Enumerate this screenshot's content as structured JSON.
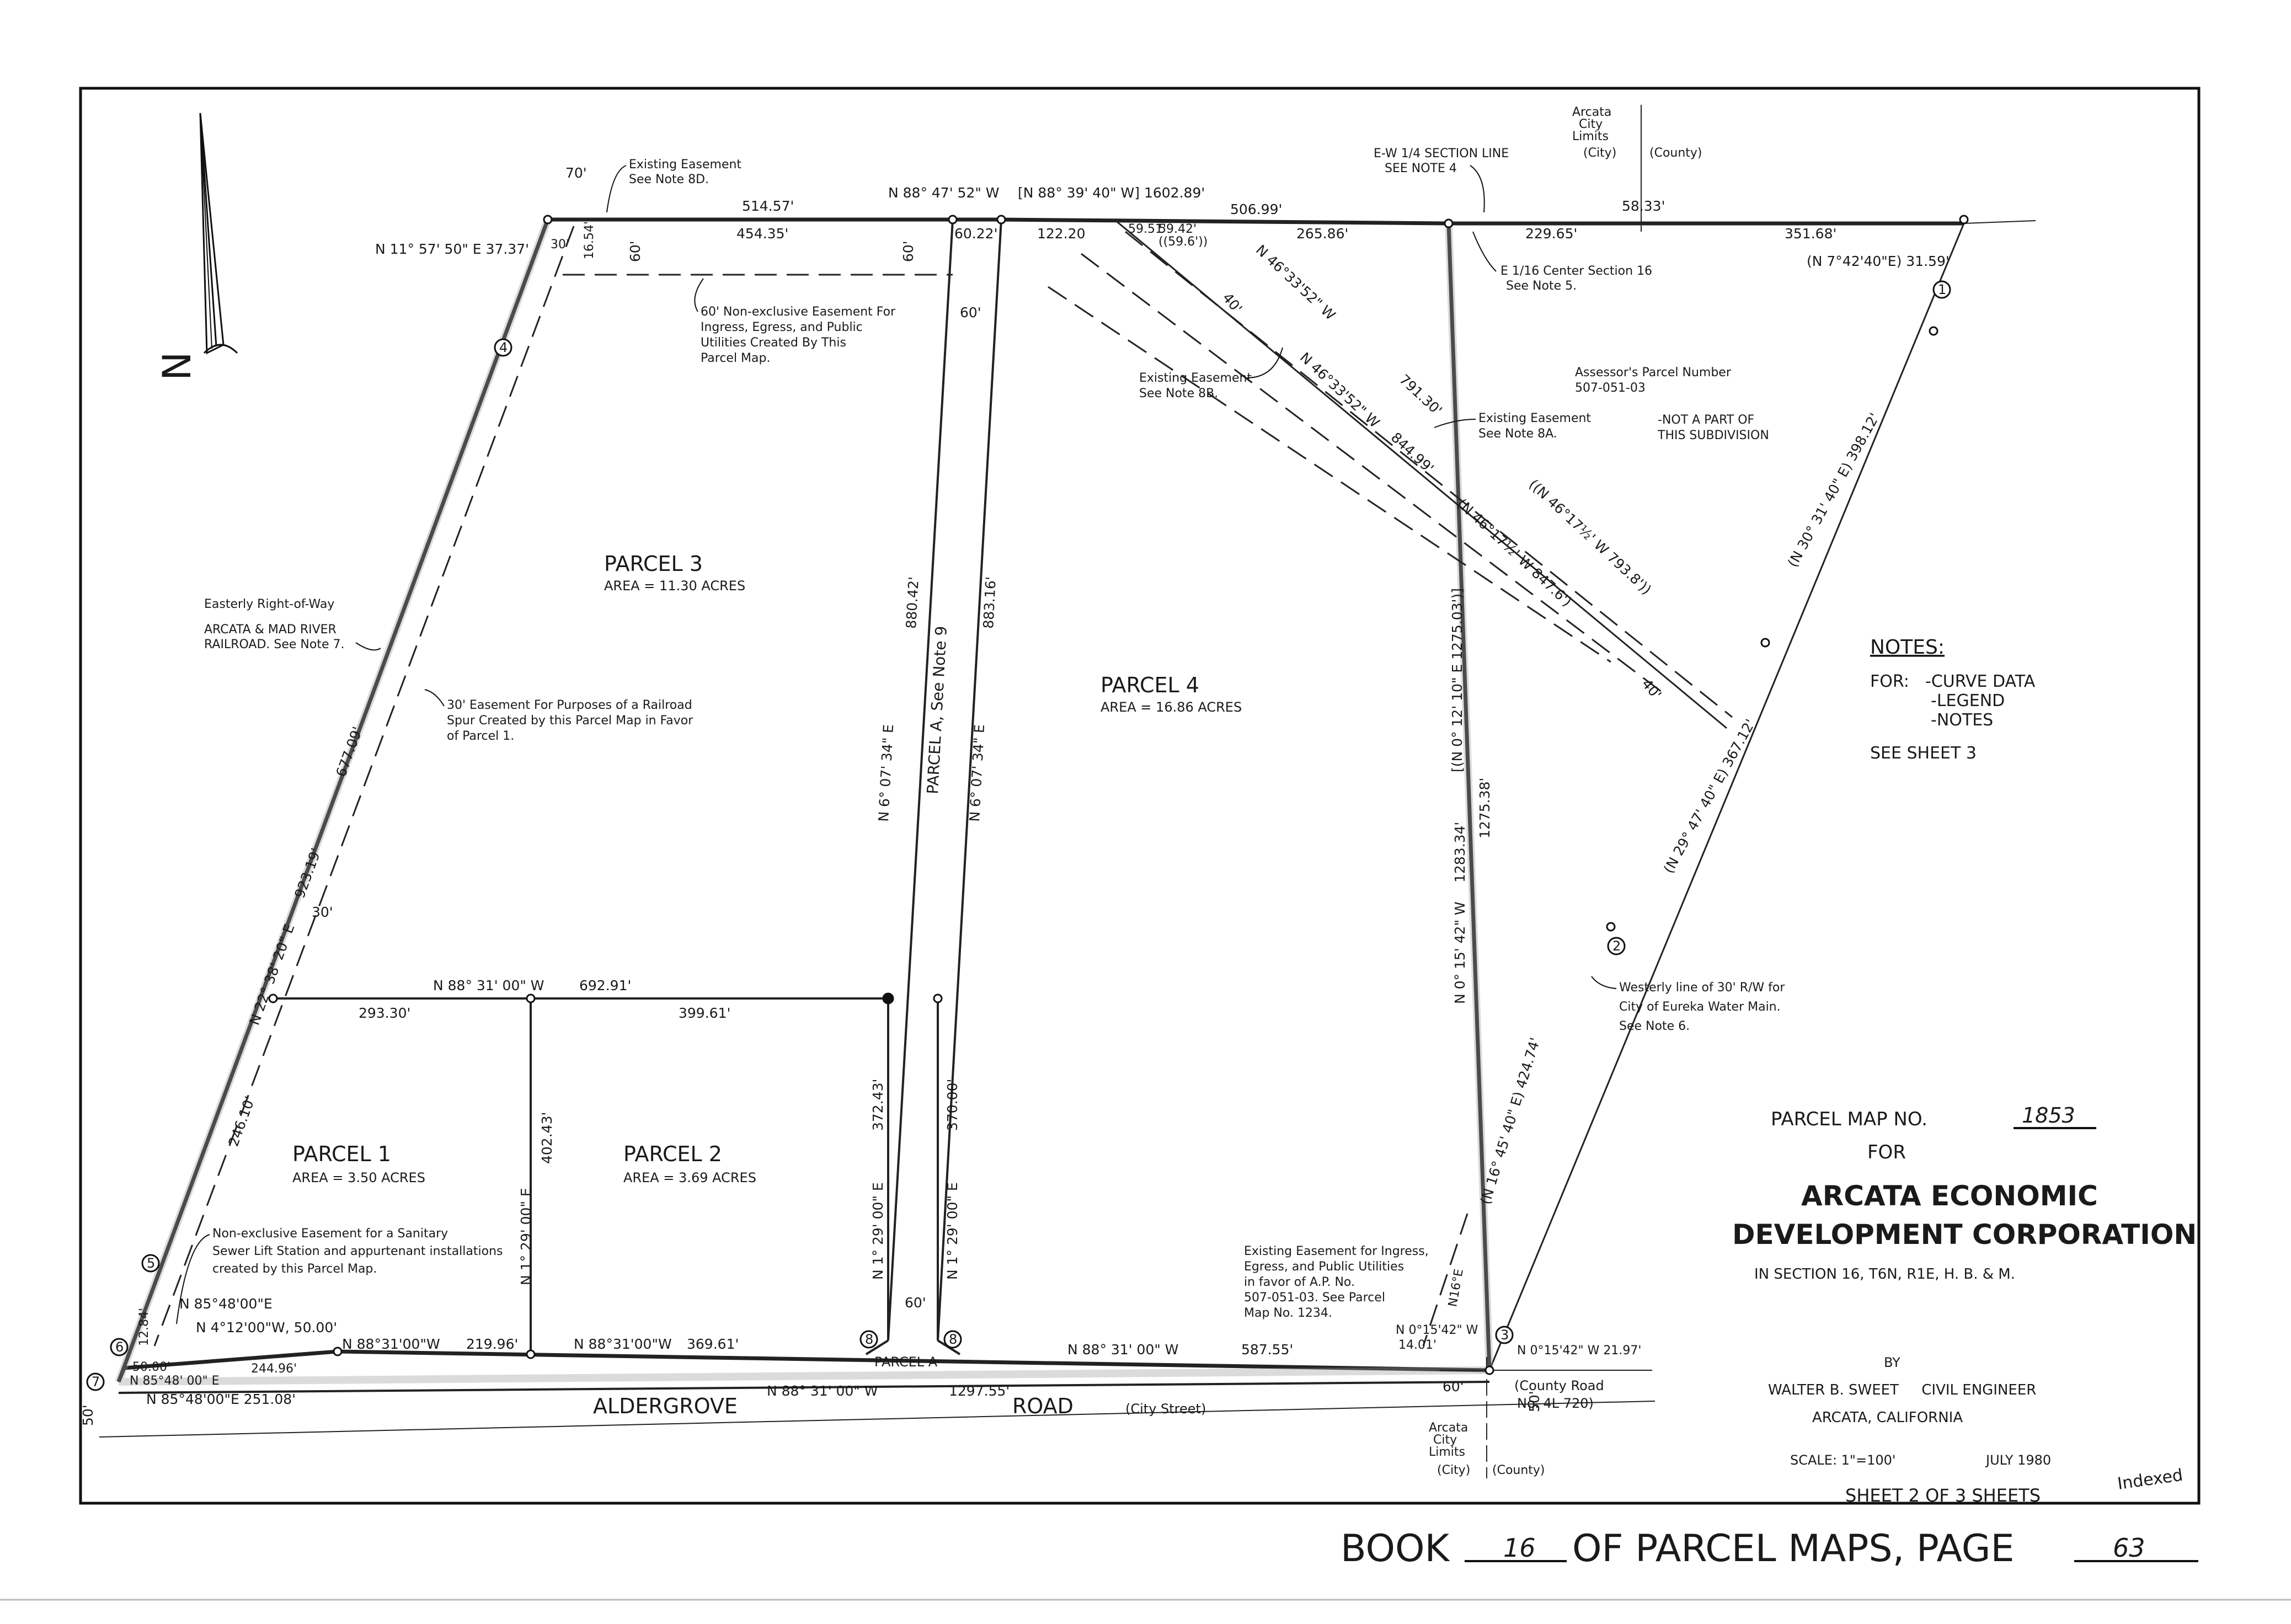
{
  "north_arrow": {
    "letter": "N"
  },
  "parcels": [
    {
      "name": "PARCEL 3",
      "area": "AREA = 11.30 ACRES"
    },
    {
      "name": "PARCEL 4",
      "area": "AREA = 16.86 ACRES"
    },
    {
      "name": "PARCEL 1",
      "area": "AREA = 3.50 ACRES"
    },
    {
      "name": "PARCEL 2",
      "area": "AREA = 3.69 ACRES"
    },
    {
      "name": "PARCEL A, See Note 9"
    },
    {
      "name": "PARCEL A"
    }
  ],
  "road": {
    "name": "ALDERGROVE",
    "name2": "ROAD",
    "type": "(City Street)",
    "county": "(County Road",
    "county_no": "No. 4L 720)"
  },
  "dimensions": {
    "top_70": "70'",
    "top_514": "514.57'",
    "top_bearing": "N 88° 47' 52\" W",
    "top_record": "[N 88° 39' 40\" W] 1602.89'",
    "top_506": "506.99'",
    "top_454": "454.35'",
    "top_6022": "60.22'",
    "top_12220": "122.20",
    "top_5951": "59.51'",
    "top_5942": "59.42'",
    "top_5960": "((59.6'))",
    "top_26586": "265.86'",
    "top_22965": "229.65'",
    "top_5833": "58.33'",
    "top_35168": "351.68'",
    "nw_bearing": "N 11° 57' 50\" E 37.37'",
    "ne_bearing": "(N 7°42'40\"E) 31.59'",
    "d_30": "30'",
    "d_1654": "16.54'",
    "d_60a": "60'",
    "d_60b": "60'",
    "d_60c": "60'",
    "d_60d": "60'",
    "d_60e": "60'",
    "d_40a": "40'",
    "d_40b": "40'",
    "diag1": "N 46°33'52\" W",
    "diag1_len": "791.30'",
    "diag2": "N 46°33'52\" W",
    "diag2_len": "844.99'",
    "diag_rec1": "((N 46°17½' W 793.8'))",
    "diag_rec2": "(N 46°17½' W 847.6')",
    "west_677": "677.09'",
    "west_923": "923.19'",
    "west_bearing": "N 22° 38' 20\" E",
    "west_246": "246.10'",
    "d_30b": "30'",
    "mid_bearing": "N 88° 31' 00\" W",
    "mid_692": "692.91'",
    "mid_293": "293.30'",
    "mid_399": "399.61'",
    "p2_402": "402.43'",
    "p2_bearing": "N 1° 29' 00\" E",
    "pa_880": "880.42'",
    "pa_883": "883.16'",
    "pa_bearing1": "N 6° 07' 34\" E",
    "pa_bearing2": "N 6° 07' 34\" E",
    "pa_372": "372.43'",
    "pa_370": "370.00'",
    "pa_b3": "N 1° 29' 00\" E",
    "pa_b4": "N 1° 29' 00\" E",
    "east_1283": "1283.34'",
    "east_bearing": "N 0° 15' 42\" W",
    "east_record": "[(N 0° 12' 10\" E 1275.03')]",
    "east_1275": "1275.38'",
    "ne_398": "(N 30° 31' 40\" E) 398.12'",
    "ne_367": "(N 29° 47' 40\" E) 367.12'",
    "se_424": "(N 16° 45' 40\" E) 424.74'",
    "s_bearing1": "N 88°31'00\"W",
    "s_219": "219.96'",
    "s_bearing2": "N 88°31'00\"W",
    "s_369": "369.61'",
    "s_bearing3": "N 88° 31' 00\" W",
    "s_587": "587.55'",
    "s_main": "N 88° 31' 00\" W",
    "s_1297": "1297.55'",
    "s_2497": "21.97'",
    "s_se_bearing": "N 0°15'42\" W 21.97'",
    "s_se_b2": "N 0°15'42\" W",
    "s_1401": "14.01'",
    "s_n16e": "N16°E",
    "sw_85a": "N 85°48'00\"E",
    "sw_4": "N 4°12'00\"W, 50.00'",
    "sw_50": "50.00'",
    "sw_85b": "N 85°48' 00\" E",
    "sw_244": "244.96'",
    "sw_251": "N 85°48'00\"E 251.08'",
    "sw_50b": "50'",
    "se_60": "60'",
    "se_50": "50'",
    "sw_1284": "12.84'"
  },
  "points": [
    "1",
    "2",
    "3",
    "4",
    "5",
    "6",
    "7",
    "8",
    "8"
  ],
  "annotations": {
    "easement_8d": [
      "Existing Easement",
      "See Note 8D."
    ],
    "nonex_easement": [
      "60' Non-exclusive Easement For",
      "Ingress, Egress, and Public",
      "Utilities Created By This",
      "Parcel Map."
    ],
    "rr_row": [
      "Easterly Right-of-Way",
      "ARCATA & MAD RIVER",
      "RAILROAD. See Note 7."
    ],
    "rr_spur": [
      "30' Easement For Purposes of a Railroad",
      "Spur Created by this Parcel Map in Favor",
      "of Parcel 1."
    ],
    "easement_8b": [
      "Existing Easement",
      "See Note 8B."
    ],
    "easement_8a": [
      "Existing Easement",
      "See Note 8A."
    ],
    "section_line": [
      "E-W 1/4 SECTION LINE",
      "SEE NOTE 4"
    ],
    "center_16": [
      "E 1/16 Center Section 16",
      "See Note 5."
    ],
    "city_limits_top": [
      "Arcata",
      "City",
      "Limits",
      "(City)",
      "(County)"
    ],
    "assessor": [
      "Assessor's Parcel Number",
      "507-051-03",
      "-NOT A PART OF",
      "THIS SUBDIVISION"
    ],
    "water_main": [
      "Westerly line of 30' R/W for",
      "City of Eureka Water Main.",
      "See Note 6."
    ],
    "sewer": [
      "Non-exclusive Easement for a Sanitary",
      "Sewer Lift Station and appurtenant installations",
      "created by this Parcel Map."
    ],
    "easement_ingress": [
      "Existing Easement for Ingress,",
      "Egress, and Public Utilities",
      "in favor of A.P. No.",
      "507-051-03. See Parcel",
      "Map No. 1234."
    ],
    "city_limits_bottom": [
      "Arcata",
      "City",
      "Limits",
      "(City)",
      "(County)"
    ]
  },
  "notes": {
    "title": "NOTES:",
    "for": "FOR:",
    "items": [
      "-CURVE DATA",
      "-LEGEND",
      "-NOTES"
    ],
    "see": "SEE SHEET 3"
  },
  "title_block": {
    "parcel_map": "PARCEL MAP NO.",
    "map_no": "1853",
    "for": "FOR",
    "org1": "ARCATA ECONOMIC",
    "org2": "DEVELOPMENT CORPORATION",
    "section": "IN SECTION 16, T6N, R1E, H. B. & M.",
    "by": "BY",
    "engineer": "WALTER B. SWEET     CIVIL ENGINEER",
    "city": "ARCATA, CALIFORNIA",
    "scale": "SCALE: 1\"=100'",
    "date": "JULY 1980",
    "indexed": "Indexed",
    "sheet": "SHEET 2 OF 3 SHEETS"
  },
  "book_line": {
    "book": "BOOK",
    "book_no": "16",
    "of": "OF PARCEL MAPS, PAGE",
    "page_no": "63"
  }
}
